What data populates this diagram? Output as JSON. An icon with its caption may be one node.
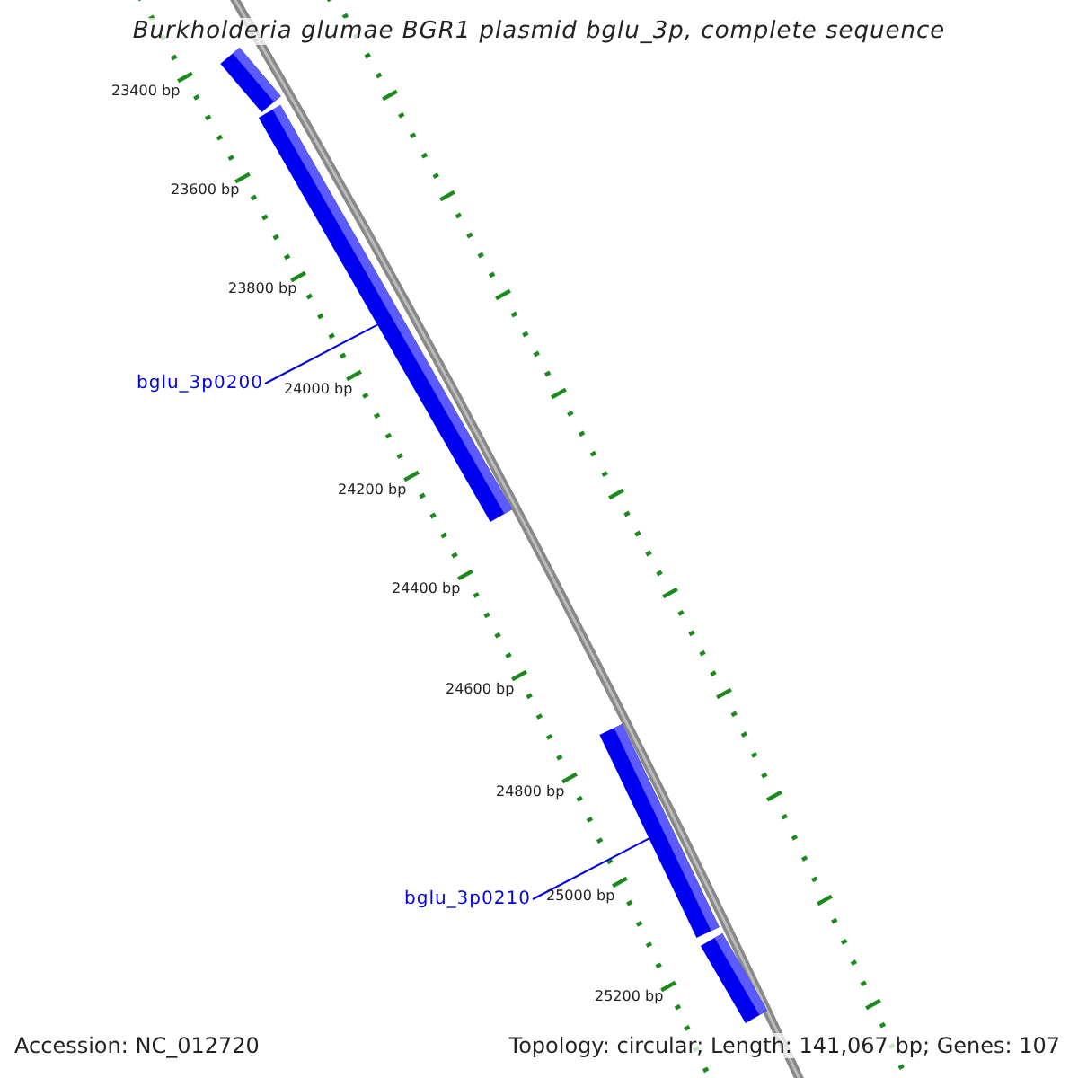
{
  "diagram": {
    "title": "Burkholderia glumae BGR1 plasmid bglu_3p, complete sequence",
    "nodes": [
      {
        "text": [],
        "shape": "arrow"
      },
      {
        "text": [],
        "shape": "arrow"
      },
      {
        "text": [
          "bglu_3p0200"
        ]
      },
      {
        "text": [],
        "shape": "arrow"
      },
      {
        "text": [
          "bglu_3p0210"
        ]
      },
      {
        "text": [],
        "shape": "arrow"
      }
    ],
    "edges": [
      {
        "from": 2,
        "to": 1,
        "arrow": "none"
      },
      {
        "from": 4,
        "to": 3,
        "arrow": "none"
      }
    ],
    "labels": [
      "23400 bp",
      "23600 bp",
      "23800 bp",
      "24000 bp",
      "24200 bp",
      "24400 bp",
      "24600 bp",
      "24800 bp",
      "25000 bp",
      "25200 bp",
      "Accession: NC_012720",
      "Topology: circular; Length: 141,067 bp; Genes: 107"
    ]
  }
}
